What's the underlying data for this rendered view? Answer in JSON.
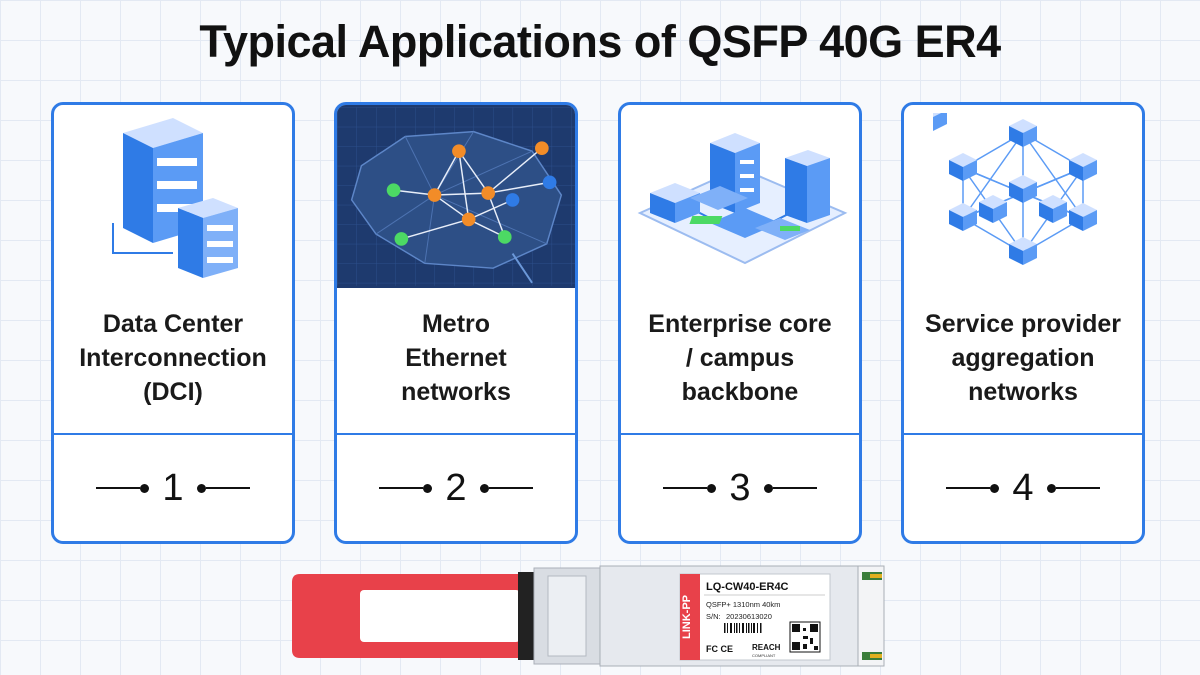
{
  "title": "Typical Applications of QSFP 40G ER4",
  "cards": [
    {
      "label": "Data Center\nInterconnection\n(DCI)",
      "number": "1",
      "icon": "server-rack-icon"
    },
    {
      "label": "Metro\nEthernet\nnetworks",
      "number": "2",
      "icon": "metro-map-network-icon"
    },
    {
      "label": "Enterprise core\n/ campus\nbackbone",
      "number": "3",
      "icon": "campus-buildings-icon"
    },
    {
      "label": "Service provider\naggregation\nnetworks",
      "number": "4",
      "icon": "mesh-network-icon"
    }
  ],
  "module": {
    "brand": "LINK-PP",
    "part_number": "LQ-CW40-ER4C",
    "spec": "QSFP+ 1310nm 40km",
    "serial_label": "S/N:",
    "serial": "20230613020",
    "cert": "FC CE",
    "reach": "REACH",
    "reach_sub": "COMPLIANT"
  },
  "colors": {
    "accent": "#2f7be6",
    "pull_tab": "#e8414a",
    "map_bg": "#1e3a6e"
  }
}
